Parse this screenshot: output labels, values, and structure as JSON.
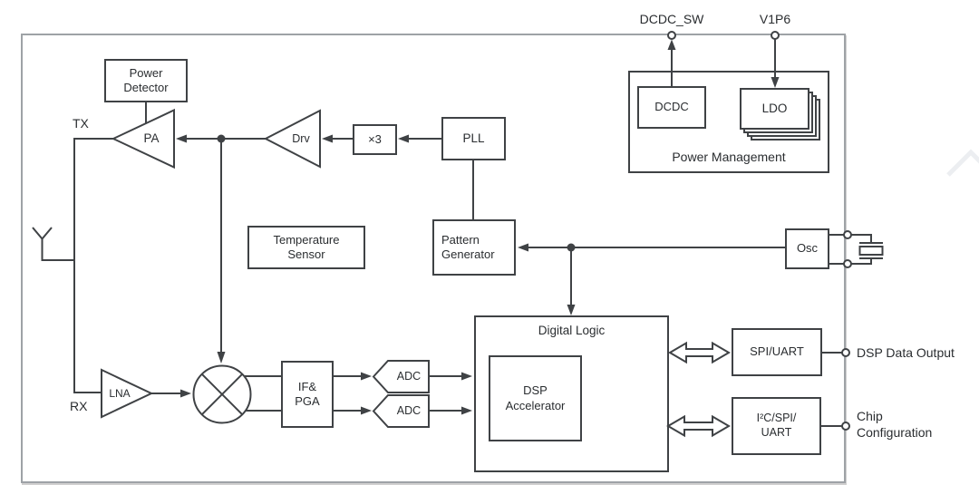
{
  "colors": {
    "line": "#3f4245",
    "ink": "#2a2d30",
    "outer_border": "#9ea2a6",
    "background": "#ffffff",
    "watermark": "#eceef1"
  },
  "pins": {
    "dcdc_sw": "DCDC_SW",
    "v1p6": "V1P6",
    "dsp_data_output": "DSP Data Output",
    "chip_configuration": "Chip Configuration"
  },
  "labels": {
    "tx": "TX",
    "rx": "RX"
  },
  "blocks": {
    "power_detector": {
      "line1": "Power",
      "line2": "Detector"
    },
    "pa": "PA",
    "drv": "Drv",
    "multiplier": "×3",
    "pll": "PLL",
    "temperature_sensor": {
      "line1": "Temperature",
      "line2": "Sensor"
    },
    "pattern_generator": {
      "line1": "Pattern",
      "line2": "Generator"
    },
    "power_management": "Power Management",
    "dcdc": "DCDC",
    "ldo": "LDO",
    "osc": "Osc",
    "lna": "LNA",
    "if_pga": {
      "line1": "IF&",
      "line2": "PGA"
    },
    "adc_top": "ADC",
    "adc_bottom": "ADC",
    "digital_logic": "Digital Logic",
    "dsp_accelerator": {
      "line1": "DSP",
      "line2": "Accelerator"
    },
    "spi_uart": "SPI/UART",
    "i2c_spi_uart": {
      "line1": "I²C/SPI/",
      "line2": "UART"
    }
  }
}
